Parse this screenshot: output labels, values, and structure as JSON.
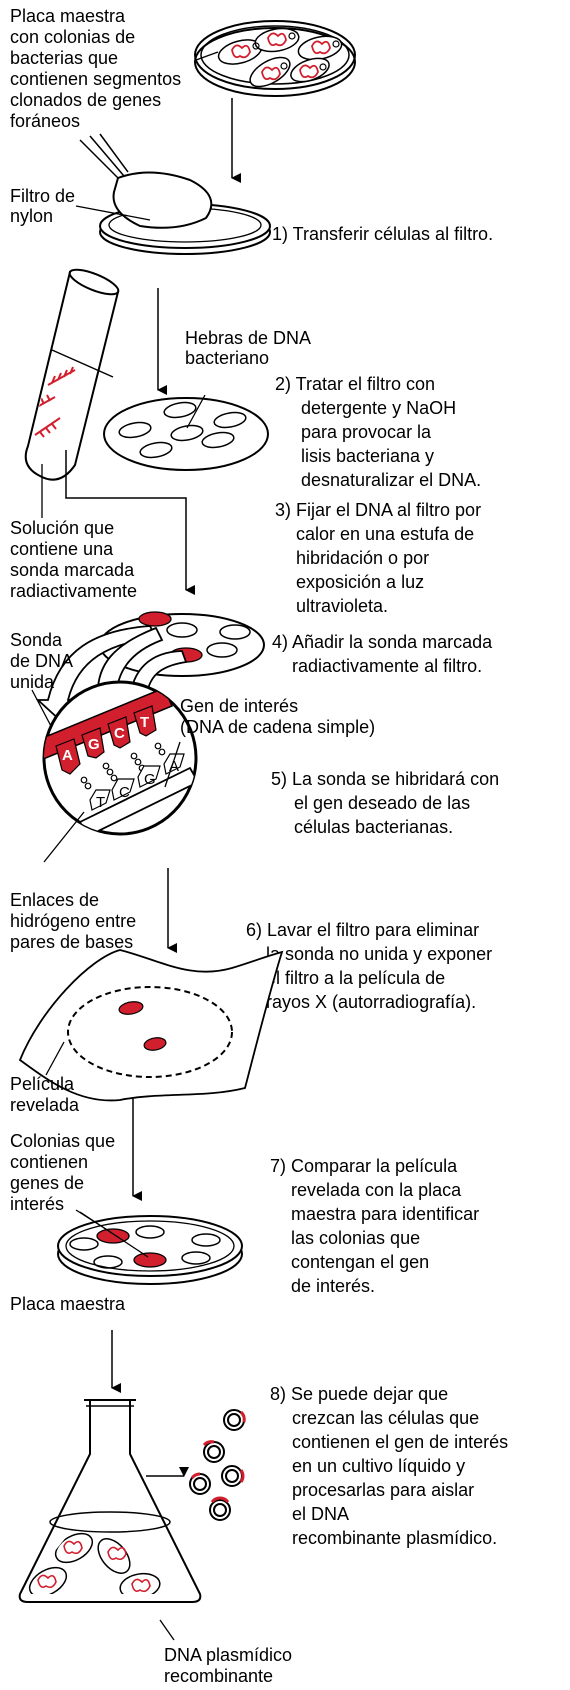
{
  "labels": {
    "master_plate": [
      "Placa maestra",
      "con colonias de",
      "bacterias que",
      "contienen segmentos",
      "clonados de genes",
      "foráneos"
    ],
    "nylon_filter": [
      "Filtro de",
      "nylon"
    ],
    "dna_strands": [
      "Hebras de DNA",
      "bacteriano"
    ],
    "probe_solution": [
      "Solución que",
      "contiene una",
      "sonda marcada",
      "radiactivamente"
    ],
    "bound_probe": [
      "Sonda",
      "de DNA",
      "unida"
    ],
    "gene_of_interest": [
      "Gen de interés",
      "(DNA de cadena simple)"
    ],
    "hydrogen_bonds": [
      "Enlaces de",
      "hidrógeno entre",
      "pares de bases"
    ],
    "developed_film": [
      "Película",
      "revelada"
    ],
    "colonies_with_genes": [
      "Colonias que",
      "contienen",
      "genes de",
      "interés"
    ],
    "master_plate_2": [
      "Placa maestra"
    ],
    "recombinant_plasmid": [
      "DNA plasmídico",
      "recombinante"
    ]
  },
  "bases": {
    "probe": [
      "A",
      "G",
      "C",
      "T"
    ],
    "target": [
      "T",
      "C",
      "G",
      "A"
    ]
  },
  "steps": [
    {
      "lines": [
        "1) Transferir células al filtro."
      ]
    },
    {
      "lines": [
        "2) Tratar el filtro con",
        "detergente y NaOH",
        "para provocar la",
        "lisis bacteriana y",
        "desnaturalizar el DNA."
      ]
    },
    {
      "lines": [
        "3) Fijar el DNA al filtro por",
        "calor en una estufa de",
        "hibridación o por",
        "exposición a luz",
        "ultravioleta."
      ]
    },
    {
      "lines": [
        "4) Añadir la sonda marcada",
        "radiactivamente al filtro."
      ]
    },
    {
      "lines": [
        "5) La sonda se hibridará con",
        "el gen deseado de las",
        "células bacterianas."
      ]
    },
    {
      "lines": [
        "6) Lavar el filtro para eliminar",
        "la sonda no unida y exponer",
        "el filtro a la película de",
        "rayos X (autorradiografía)."
      ]
    },
    {
      "lines": [
        "7) Comparar la película",
        "revelada con la placa",
        "maestra para identificar",
        "las colonias que",
        "contengan el gen",
        "de interés."
      ]
    },
    {
      "lines": [
        "8) Se puede dejar que",
        "crezcan las células que",
        "contienen el gen de interés",
        "en un cultivo líquido y",
        "procesarlas para aislar",
        "el DNA",
        "recombinante plasmídico."
      ]
    }
  ],
  "colors": {
    "probe_red": "#d21f2d",
    "ink": "#000000",
    "paper": "#ffffff"
  }
}
